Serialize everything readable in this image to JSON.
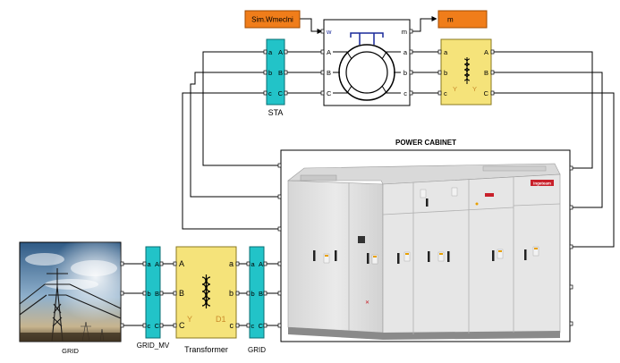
{
  "blocks": {
    "sim_source": {
      "label": "Sim.Wmeclni"
    },
    "m_output": {
      "label": "m"
    },
    "sta": {
      "title": "STA",
      "ports_left": [
        "a",
        "b",
        "c"
      ],
      "ports_right": [
        "A",
        "B",
        "C"
      ]
    },
    "machine": {
      "port_w": "w",
      "port_m": "m",
      "ports_left": [
        "A",
        "B",
        "C"
      ],
      "ports_right": [
        "a",
        "b",
        "c"
      ]
    },
    "top_transformer": {
      "ports_left": [
        "a",
        "b",
        "c"
      ],
      "ports_right": [
        "A",
        "B",
        "C"
      ],
      "winding_y1": "Y",
      "winding_y2": "Y"
    },
    "power_cabinet": {
      "title": "POWER CABINET",
      "brand": "ingeteam"
    },
    "grid": {
      "title": "GRID"
    },
    "grid_mv": {
      "title": "GRID_MV",
      "ports_left": [
        "a",
        "b",
        "c"
      ],
      "ports_right": [
        "A",
        "B",
        "C"
      ]
    },
    "transformer": {
      "title": "Transformer",
      "ports_left": [
        "A",
        "B",
        "C"
      ],
      "ports_right": [
        "a",
        "b",
        "c"
      ],
      "winding_y": "Y",
      "winding_d1": "D1"
    },
    "grid_block": {
      "title": "GRID",
      "ports_left": [
        "a",
        "b",
        "c"
      ],
      "ports_right": [
        "A",
        "B",
        "C"
      ]
    }
  },
  "colors": {
    "source_orange": "#f07d1a",
    "meas_teal": "#22c3c8",
    "transformer_yellow": "#f5e37a",
    "winding_orange": "#c98a2a",
    "machine_blue": "#1a2a9a",
    "cabinet_gray": "#e3e3e3",
    "brand_red": "#c8202a"
  }
}
